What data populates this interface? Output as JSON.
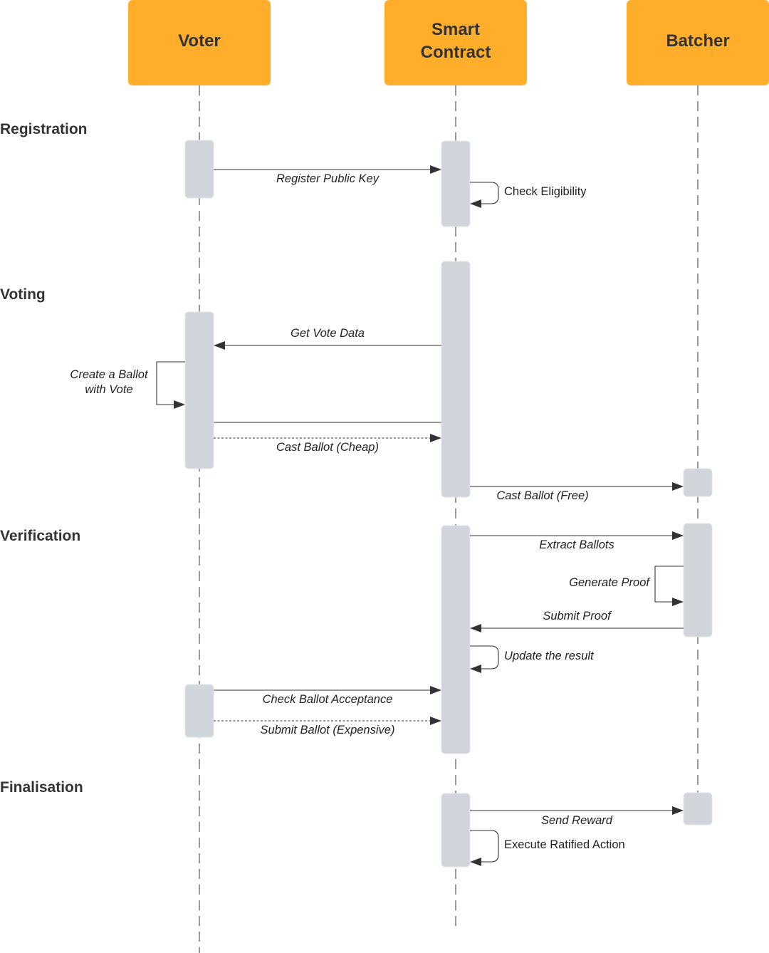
{
  "actors": {
    "voter": "Voter",
    "contract": [
      "Smart",
      "Contract"
    ],
    "batcher": "Batcher"
  },
  "colors": {
    "actor_fill": "#feae2b",
    "activation_fill": "#d0d5dc",
    "line": "#333333"
  },
  "sections": {
    "registration": "Registration",
    "voting": "Voting",
    "verification": "Verification",
    "finalisation": "Finalisation"
  },
  "messages": {
    "register_public_key": "Register Public Key",
    "check_eligibility": "Check Eligibility",
    "get_vote_data": "Get Vote Data",
    "create_ballot": [
      "Create a Ballot",
      "with Vote"
    ],
    "cast_ballot_cheap": "Cast Ballot (Cheap)",
    "cast_ballot_free": "Cast Ballot (Free)",
    "extract_ballots": "Extract Ballots",
    "generate_proof": "Generate Proof",
    "submit_proof": "Submit Proof",
    "update_result": "Update the result",
    "check_ballot_acceptance": "Check Ballot Acceptance",
    "submit_ballot_expensive": "Submit Ballot (Expensive)",
    "send_reward": "Send Reward",
    "execute_ratified_action": "Execute Ratified Action"
  }
}
